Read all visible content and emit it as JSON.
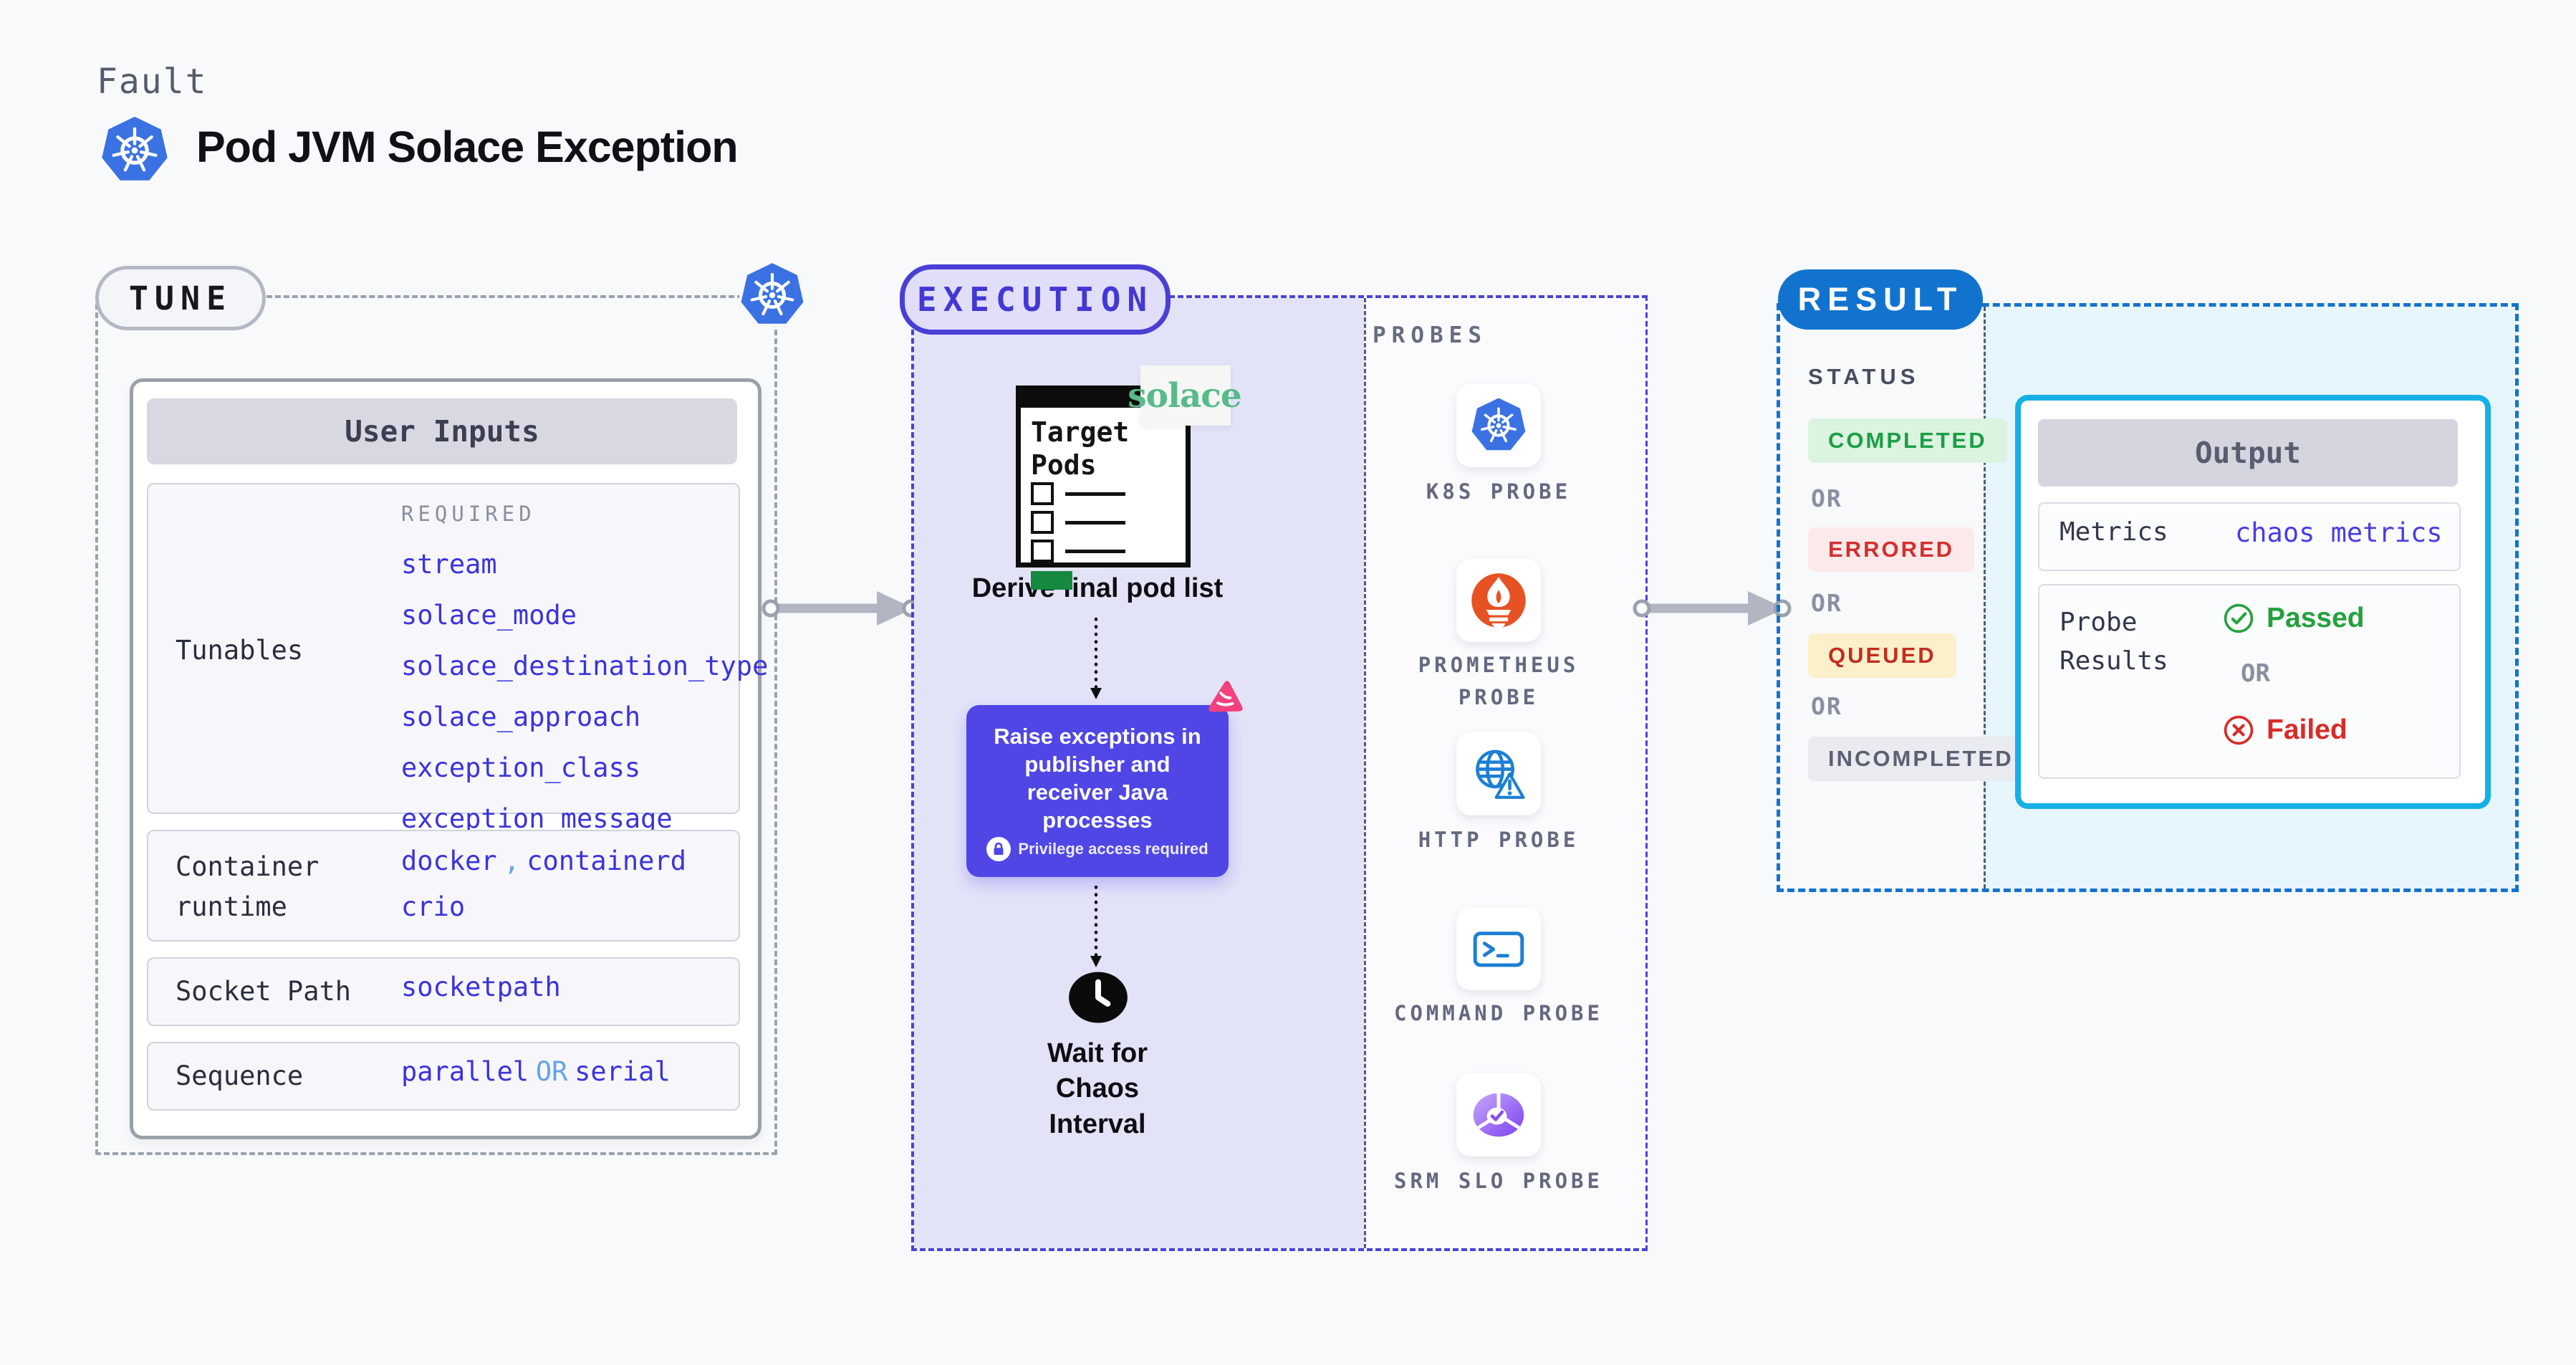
{
  "page": {
    "eyebrow": "Fault",
    "title": "Pod JVM Solace Exception"
  },
  "tune": {
    "badge": "TUNE",
    "user_inputs": {
      "header": "User Inputs",
      "required_label": "REQUIRED",
      "tunables_label": "Tunables",
      "tunables": [
        "stream",
        "solace_mode",
        "solace_destination_type",
        "solace_approach",
        "exception_class",
        "exception_message"
      ],
      "container_runtime": {
        "label": "Container runtime",
        "value1": "docker",
        "separator": ",",
        "value2": "containerd",
        "value3": "crio"
      },
      "socket_path": {
        "label": "Socket Path",
        "value": "socketpath"
      },
      "sequence": {
        "label": "Sequence",
        "value1": "parallel",
        "or": "OR",
        "value2": "serial"
      }
    }
  },
  "execution": {
    "badge": "EXECUTION",
    "target_pods_title": "Target Pods",
    "solace_logo_text": "solace",
    "derive_step": "Derive final pod list",
    "inject_step": "Raise exceptions in publisher and receiver Java processes",
    "privilege_note": "Privilege access required",
    "wait_step": "Wait for Chaos Interval",
    "probes": {
      "label": "PROBES",
      "items": [
        {
          "label": "K8S PROBE",
          "icon": "kubernetes-icon"
        },
        {
          "label": "PROMETHEUS PROBE",
          "icon": "prometheus-icon"
        },
        {
          "label": "HTTP PROBE",
          "icon": "http-globe-icon"
        },
        {
          "label": "COMMAND PROBE",
          "icon": "command-terminal-icon"
        },
        {
          "label": "SRM SLO PROBE",
          "icon": "srm-slo-icon"
        }
      ]
    }
  },
  "result": {
    "badge": "RESULT",
    "status_label": "STATUS",
    "or_label": "OR",
    "statuses": [
      {
        "label": "COMPLETED",
        "fg": "#1a9e44",
        "bg": "#dcf3e0"
      },
      {
        "label": "ERRORED",
        "fg": "#d32f2f",
        "bg": "#fce9e9"
      },
      {
        "label": "QUEUED",
        "fg": "#c22d20",
        "bg": "#fbf0c9"
      },
      {
        "label": "INCOMPLETED",
        "fg": "#5b6072",
        "bg": "#eaeaf1"
      }
    ],
    "output": {
      "header": "Output",
      "metrics_label": "Metrics",
      "metrics_value": "chaos metrics",
      "probe_results_label": "Probe Results",
      "passed_label": "Passed",
      "or_label": "OR",
      "failed_label": "Failed"
    }
  },
  "colors": {
    "page_bg": "#f8f9fb",
    "tune_dash": "#9aa2ad",
    "execution_accent": "#4a43d6",
    "execution_bg": "#e3e3f8",
    "inject_box_bg": "#4f46e5",
    "pink_pin": "#f2417e",
    "solace_green": "#58ba8a",
    "result_accent": "#1273cf",
    "output_border": "#15b1e6",
    "output_area_bg": "#e7f5fd",
    "value_blue": "#3b33dd",
    "passed_green": "#23a13b",
    "failed_red": "#d92b26"
  }
}
